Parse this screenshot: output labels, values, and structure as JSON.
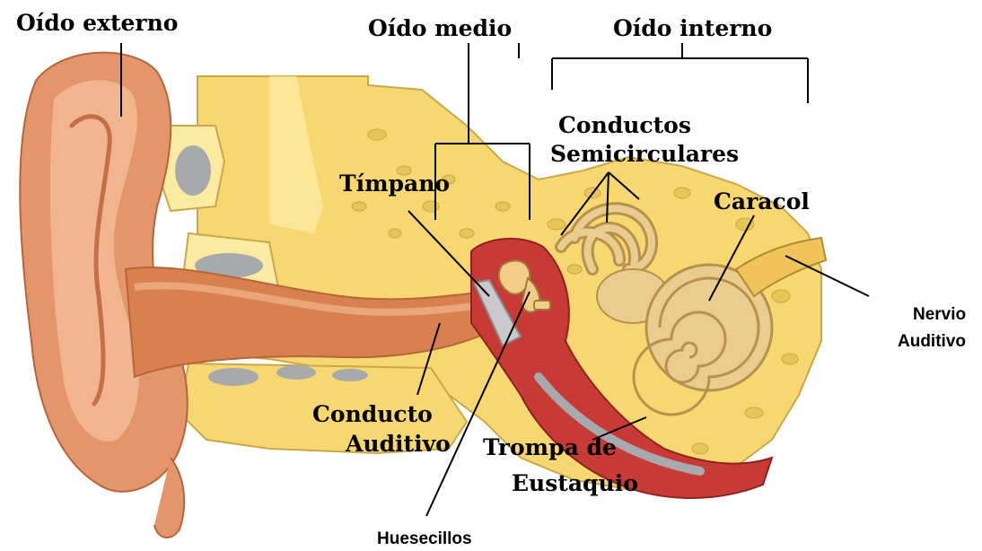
{
  "labels": {
    "oido_externo": "Oído externo",
    "oido_medio": "Oído medio",
    "oido_interno": "Oído interno",
    "conductos_1": "Conductos",
    "conductos_2": "Semicirculares",
    "timpano": "Tímpano",
    "caracol": "Caracol",
    "nervio_1": "Nervio",
    "nervio_2": "Auditivo",
    "conducto_1": "Conducto",
    "conducto_2": "Auditivo",
    "trompa_1": "Trompa de",
    "trompa_2": "Eustaquio",
    "huesecillos": "Huesecillos"
  },
  "colors": {
    "skin": "#e5956b",
    "skin_dark": "#c66e45",
    "skin_light": "#f3c09a",
    "bone": "#f7d870",
    "bone_light": "#fbeaa2",
    "cavity": "#c83a36",
    "cochlea": "#e9cd8e",
    "cochlea_dark": "#b8914e",
    "gray": "#a7a9ac"
  }
}
